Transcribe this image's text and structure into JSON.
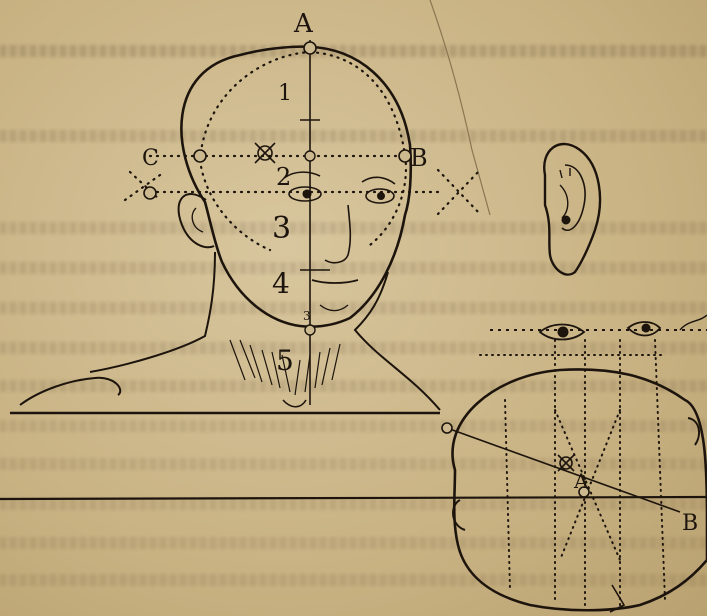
{
  "front_head": {
    "labels": {
      "a": "A",
      "b": "B",
      "c": "C"
    },
    "zones": [
      "1",
      "2",
      "3",
      "4",
      "5"
    ],
    "small_label": "3"
  },
  "top_view": {
    "labels": {
      "a": "A",
      "b": "B"
    }
  },
  "colors": {
    "paper": "#cdb98f",
    "ink": "#1d150d"
  }
}
